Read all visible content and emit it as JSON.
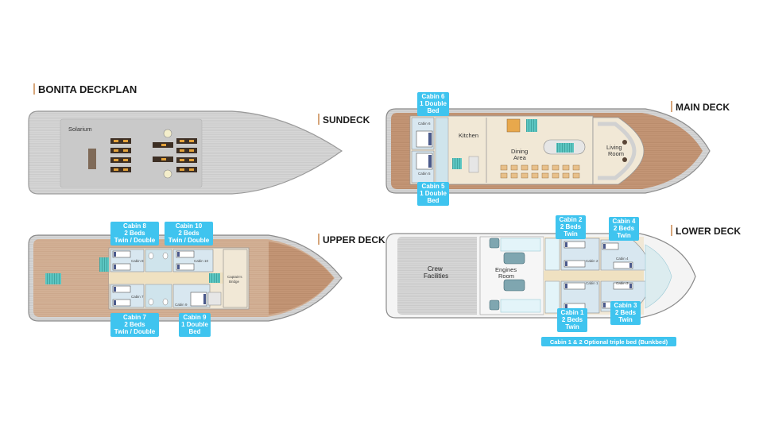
{
  "title": "BONITA DECKPLAN",
  "colors": {
    "hull": "#cfcfcf",
    "deck_teak": "#d3b196",
    "bow_teak": "#c49676",
    "room": "#f1e8d6",
    "corridor": "#efe1c1",
    "label_blue": "#3fc4ef",
    "stairs": "#5cc6c2",
    "cabin_floor": "#d8e7f0"
  },
  "decks": {
    "sundeck": {
      "name": "SUNDECK",
      "rooms": {
        "solarium": "Solarium"
      }
    },
    "main": {
      "name": "MAIN DECK",
      "rooms": {
        "kitchen": "Kitchen",
        "dining_1": "Dining",
        "dining_2": "Area",
        "living_1": "Living",
        "living_2": "Room",
        "cabin6_small": "Cabin 6",
        "cabin5_small": "Cabin 5"
      },
      "labels": {
        "cabin6": [
          "Cabin 6",
          "1 Double",
          "Bed"
        ],
        "cabin5": [
          "Cabin 5",
          "1 Double",
          "Bed"
        ]
      }
    },
    "upper": {
      "name": "UPPER DECK",
      "rooms": {
        "cabin8_small": "Cabin 8",
        "cabin10_small": "Cabin 10",
        "cabin7_small": "Cabin 7",
        "cabin9_small": "Cabin 9",
        "bridge_1": "Captain's",
        "bridge_2": "Bridge"
      },
      "labels": {
        "cabin8": [
          "Cabin 8",
          "2 Beds",
          "Twin / Double"
        ],
        "cabin10": [
          "Cabin 10",
          "2 Beds",
          "Twin / Double"
        ],
        "cabin7": [
          "Cabin 7",
          "2 Beds",
          "Twin / Double"
        ],
        "cabin9": [
          "Cabin 9",
          "1 Double",
          "Bed"
        ]
      }
    },
    "lower": {
      "name": "LOWER DECK",
      "rooms": {
        "crew_1": "Crew",
        "crew_2": "Facilities",
        "engines_1": "Engines",
        "engines_2": "Room",
        "cabin1_small": "Cabin 1",
        "cabin2_small": "Cabin 2",
        "cabin3_small": "Cabin 3",
        "cabin4_small": "Cabin 4"
      },
      "labels": {
        "cabin2": [
          "Cabin 2",
          "2 Beds",
          "Twin"
        ],
        "cabin4": [
          "Cabin 4",
          "2 Beds",
          "Twin"
        ],
        "cabin1": [
          "Cabin 1",
          "2 Beds",
          "Twin"
        ],
        "cabin3": [
          "Cabin 3",
          "2 Beds",
          "Twin"
        ]
      },
      "note": "Cabin 1 & 2 Optional triple bed (Bunkbed)"
    }
  }
}
